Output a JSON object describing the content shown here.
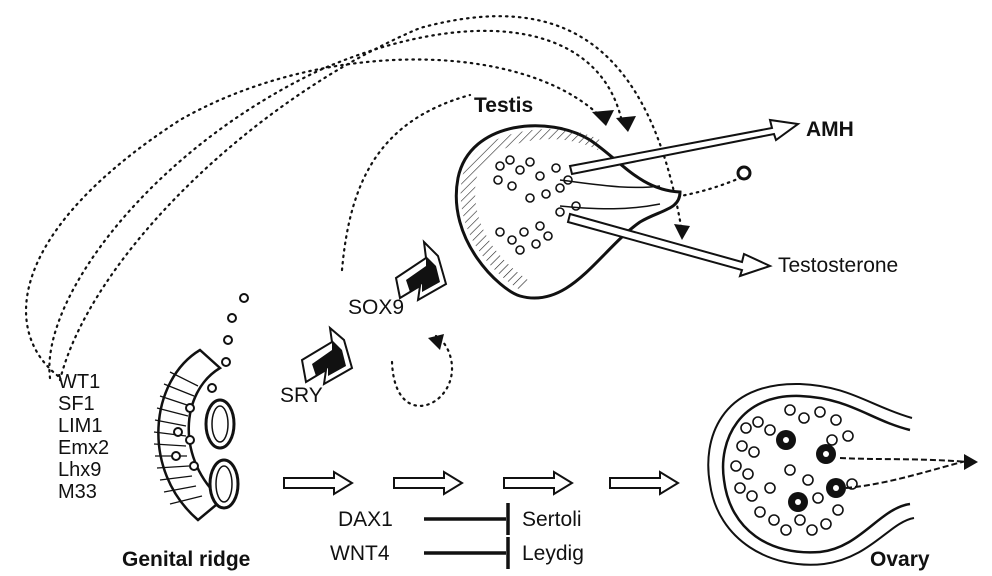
{
  "labels": {
    "testis": "Testis",
    "amh": "AMH",
    "testosterone": "Testosterone",
    "sox9": "SOX9",
    "sry": "SRY",
    "genital_ridge": "Genital ridge",
    "ovary": "Ovary",
    "dax1": "DAX1",
    "wnt4": "WNT4",
    "sertoli": "Sertoli",
    "leydig": "Leydig"
  },
  "genes": [
    "WT1",
    "SF1",
    "LIM1",
    "Emx2",
    "Lhx9",
    "M33"
  ]
}
